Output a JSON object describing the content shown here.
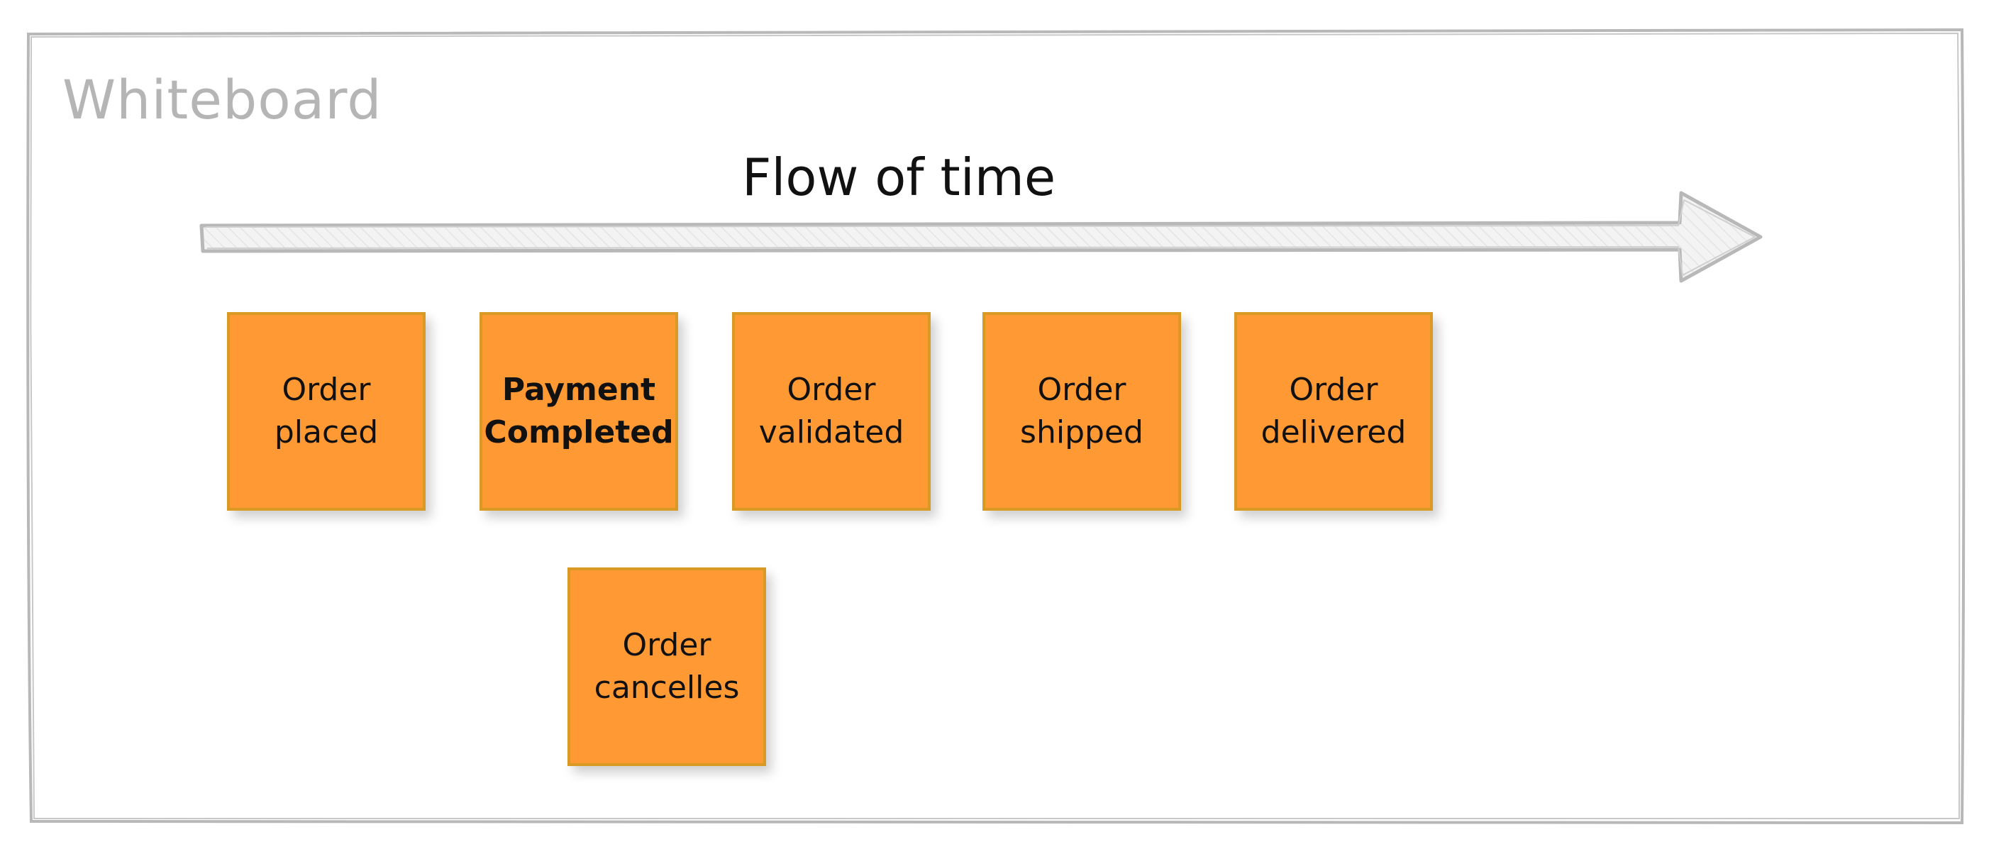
{
  "board": {
    "title": "Whiteboard"
  },
  "timeline": {
    "label": "Flow of time"
  },
  "colors": {
    "board_border": "#b8b8b8",
    "title_text": "#b5b5b5",
    "arrow_stroke": "#b8b8b8",
    "arrow_fill": "#f1f1f1",
    "sticky_fill": "#ff9933",
    "sticky_border": "#d89a22",
    "text": "#111111"
  },
  "events": [
    {
      "label": "Order placed",
      "bold": false
    },
    {
      "label": "Payment Completed",
      "bold": true
    },
    {
      "label": "Order validated",
      "bold": false
    },
    {
      "label": "Order shipped",
      "bold": false
    },
    {
      "label": "Order delivered",
      "bold": false
    }
  ],
  "branch_events": [
    {
      "label": "Order cancelles",
      "bold": false
    }
  ]
}
